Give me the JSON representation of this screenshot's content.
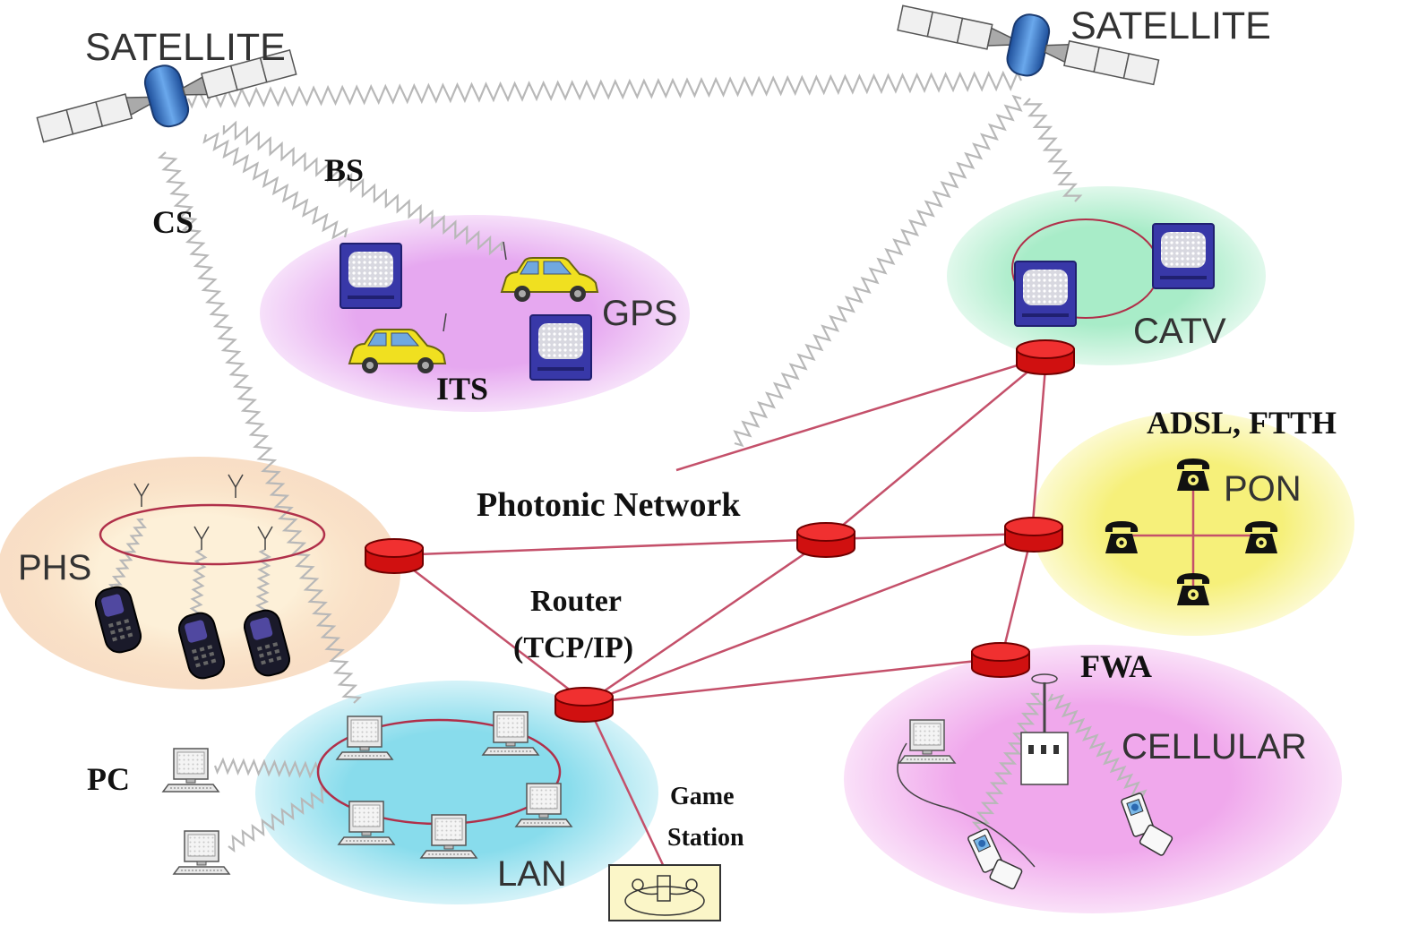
{
  "labels": {
    "satellite_left": "SATELLITE",
    "satellite_right": "SATELLITE",
    "bs": "BS",
    "cs": "CS",
    "gps": "GPS",
    "its": "ITS",
    "catv": "CATV",
    "adsl_ftth": "ADSL, FTTH",
    "pon": "PON",
    "phs": "PHS",
    "photonic_network": "Photonic Network",
    "router": "Router",
    "tcp_ip": "(TCP/IP)",
    "fwa": "FWA",
    "cellular": "CELLULAR",
    "pc": "PC",
    "lan": "LAN",
    "game": "Game",
    "station": "Station"
  },
  "colors": {
    "link_line": "#c4506a",
    "router_red": "#e01818",
    "ring_line": "#b0304a",
    "gps_region": "#e6a8f0",
    "catv_region": "#a8ecc8",
    "pon_region": "#f6f07a",
    "phs_region": "#f8dcc0",
    "lan_region": "#88dcec",
    "cellular_region": "#f0a8ec",
    "satellite_body": "#3a78c8",
    "car_yellow": "#f0e020",
    "terminal_blue": "#3838a8"
  },
  "icons": {
    "satellite": "satellite-icon",
    "router": "router-icon",
    "car": "car-icon",
    "terminal": "terminal-icon",
    "phone": "telephone-icon",
    "mobile": "mobile-phone-icon",
    "pc": "computer-icon",
    "antenna": "antenna-icon",
    "base_station": "base-station-icon",
    "cellphone": "cellphone-icon",
    "game_station": "game-console-icon"
  }
}
